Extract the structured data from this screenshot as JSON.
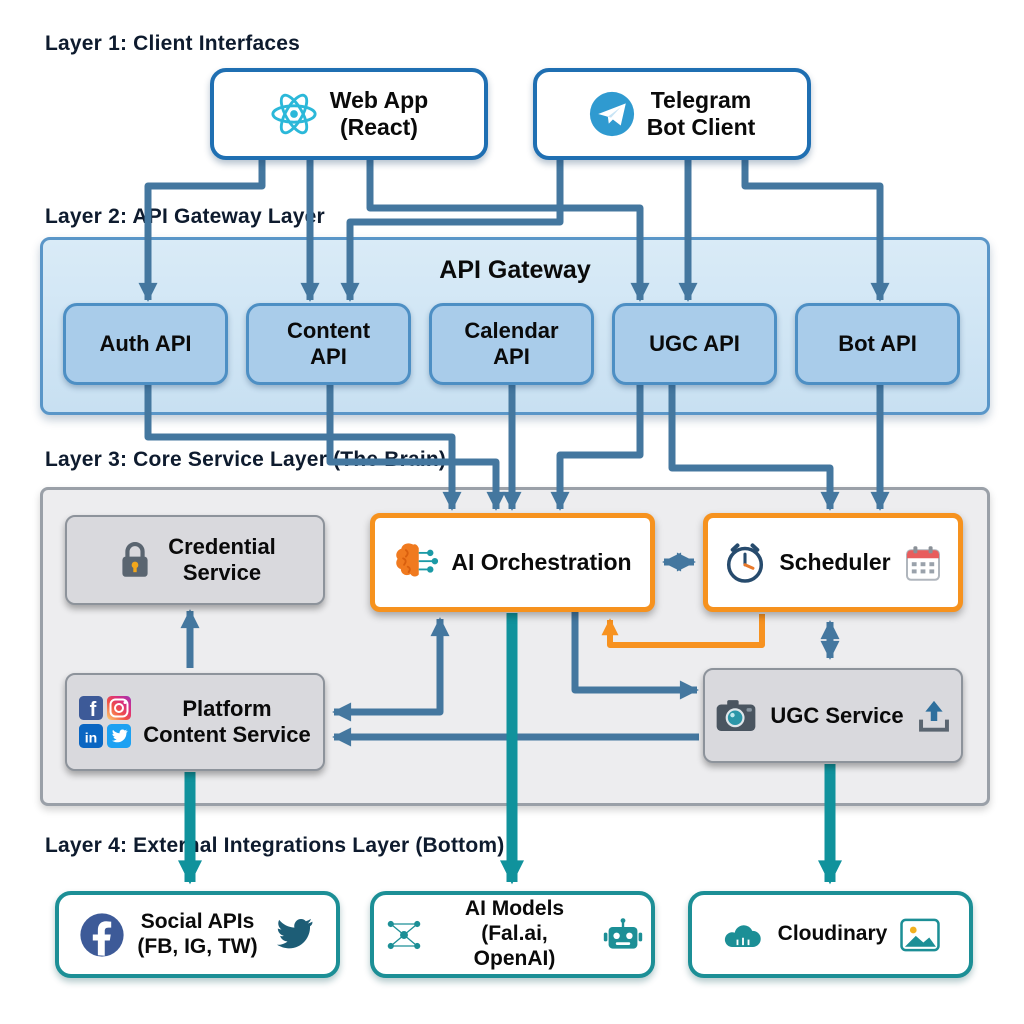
{
  "colors": {
    "client_border": "#1f6fb2",
    "gateway_bg": "#cfe3f2",
    "api_box_bg": "#a9ccea",
    "api_box_border": "#4d8fc4",
    "core_bg": "#ededef",
    "service_box_bg": "#d9d9dd",
    "accent_orange": "#f6921e",
    "external_border": "#1c8f96",
    "arrow_blue": "#44779f",
    "arrow_teal": "#10929c",
    "arrow_orange": "#f79220"
  },
  "icons": {
    "fb_glyph": "f",
    "li_glyph": "in"
  },
  "layer1": {
    "label": "Layer 1: Client Interfaces",
    "nodes": {
      "web_app": {
        "label": "Web App\n(React)",
        "icon": "react-icon"
      },
      "telegram_bot": {
        "label": "Telegram\nBot Client",
        "icon": "telegram-icon"
      }
    }
  },
  "layer2": {
    "label": "Layer 2: API Gateway Layer",
    "title": "API Gateway",
    "apis": {
      "auth": "Auth API",
      "content": "Content\nAPI",
      "calendar": "Calendar\nAPI",
      "ugc": "UGC API",
      "bot": "Bot API"
    }
  },
  "layer3": {
    "label": "Layer 3: Core Service Layer (The Brain)",
    "nodes": {
      "credential": {
        "label": "Credential\nService",
        "icon": "lock-icon"
      },
      "ai_orchestration": {
        "label": "AI Orchestration",
        "icon": "brain-icon"
      },
      "scheduler": {
        "label": "Scheduler",
        "icons": [
          "clock-icon",
          "calendar-icon"
        ]
      },
      "platform_content": {
        "label": "Platform\nContent Service",
        "icon": "social-grid-icon"
      },
      "ugc_service": {
        "label": "UGC Service",
        "icons": [
          "camera-icon",
          "upload-icon"
        ]
      }
    }
  },
  "layer4": {
    "label": "Layer 4: External Integrations Layer (Bottom)",
    "nodes": {
      "social_apis": {
        "label": "Social APIs\n(FB, IG, TW)",
        "icons": [
          "facebook-icon",
          "twitter-icon"
        ]
      },
      "ai_models": {
        "label": "AI Models\n(Fal.ai, OpenAI)",
        "icons": [
          "network-icon",
          "robot-icon"
        ]
      },
      "cloudinary": {
        "label": "Cloudinary",
        "icons": [
          "cloud-icon",
          "image-icon"
        ]
      }
    }
  }
}
